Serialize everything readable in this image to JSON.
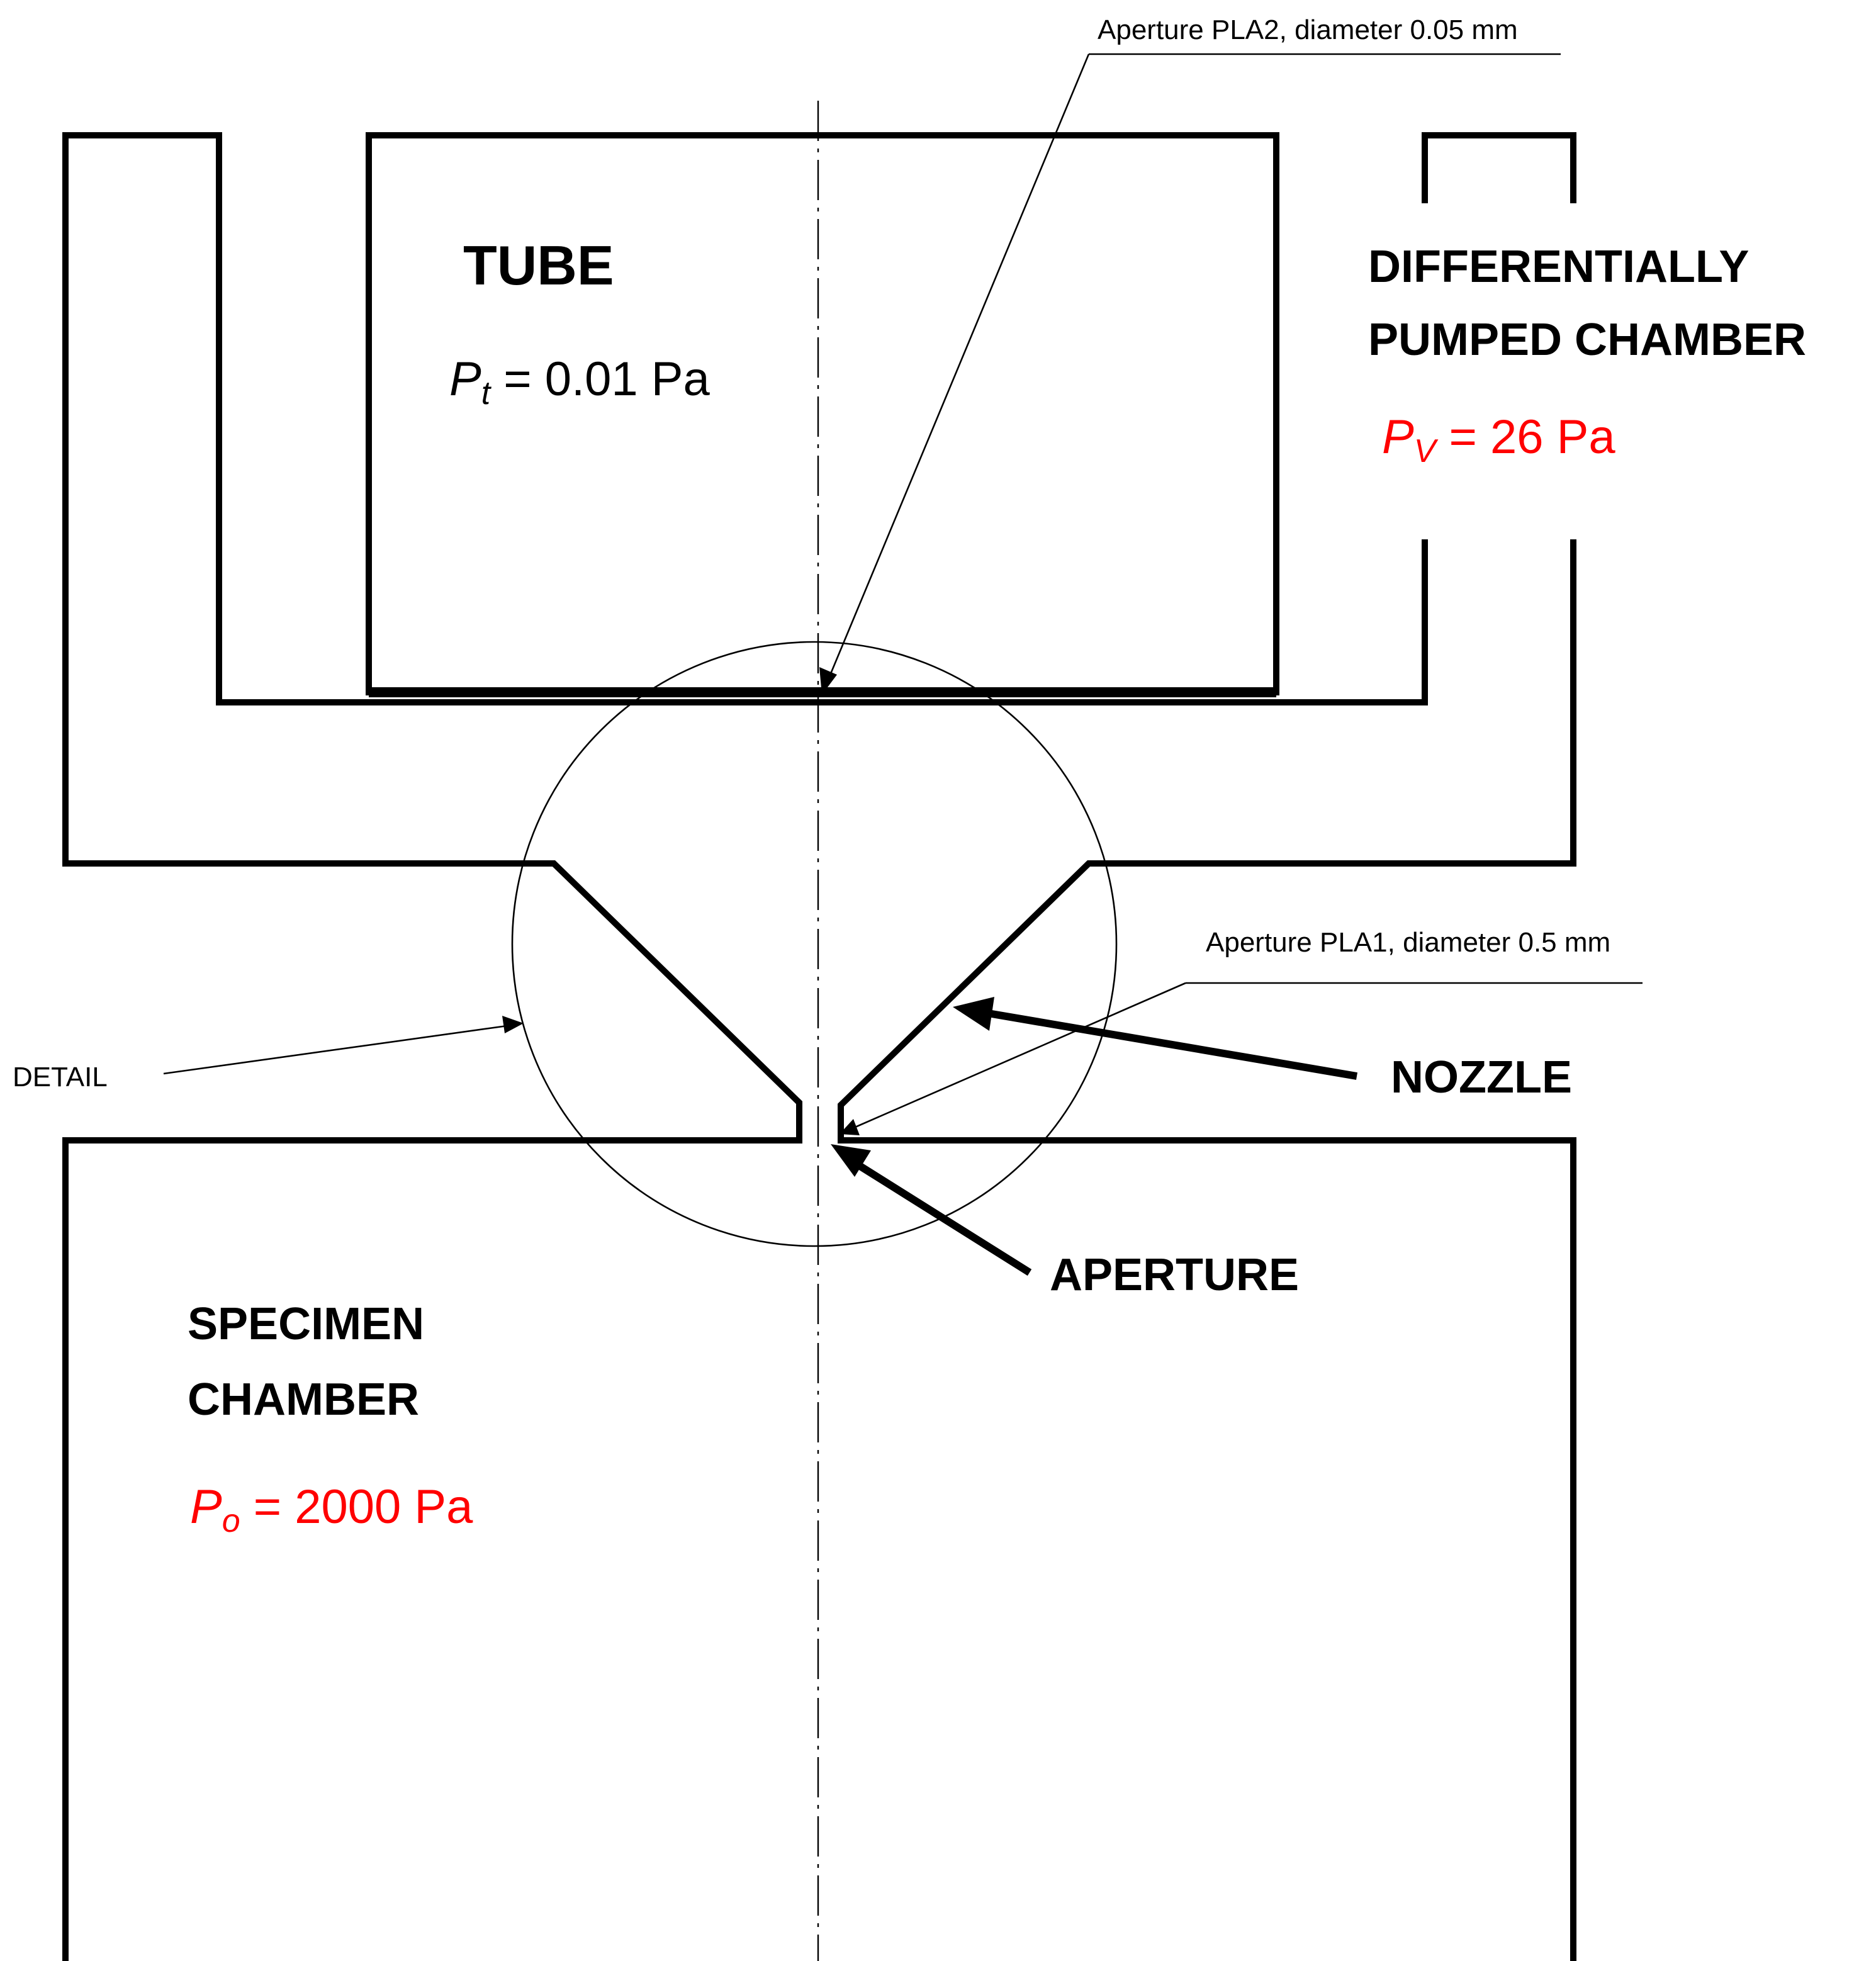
{
  "colors": {
    "black": "#000000",
    "red": "#ff0000"
  },
  "labels": {
    "tube": "TUBE",
    "tube_pressure": {
      "symbol": "P",
      "subscript": "t",
      "value": " = 0.01 Pa",
      "color": "#000000"
    },
    "dpc_line1": "DIFFERENTIALLY",
    "dpc_line2": "PUMPED CHAMBER",
    "dpc_pressure": {
      "symbol": "P",
      "subscript": "V",
      "value": " = 26 Pa",
      "color": "#ff0000"
    },
    "specimen_line1": "SPECIMEN",
    "specimen_line2": "CHAMBER",
    "specimen_pressure": {
      "symbol": "P",
      "subscript": "o",
      "value": " = 2000 Pa",
      "color": "#ff0000"
    },
    "pla2": "Aperture PLA2, diameter 0.05 mm",
    "pla1": "Aperture PLA1, diameter 0.5 mm",
    "detail": "DETAIL",
    "nozzle": "NOZZLE",
    "aperture": "APERTURE"
  }
}
